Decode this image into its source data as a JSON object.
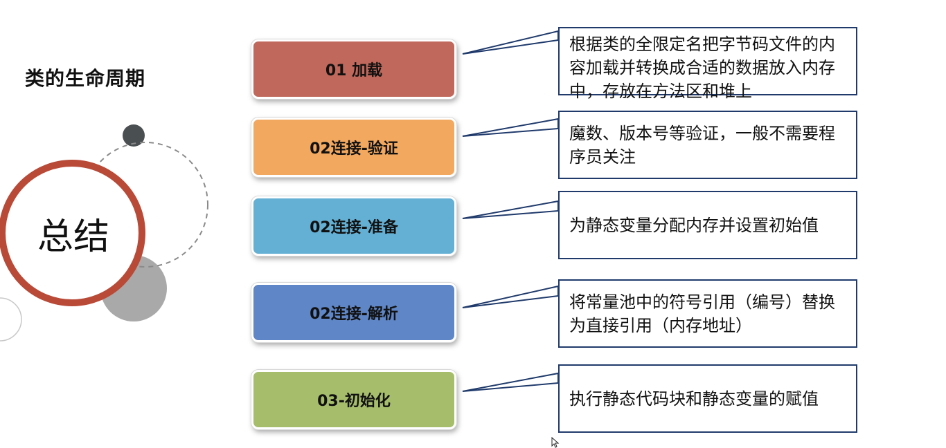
{
  "page": {
    "title": "类的生命周期",
    "center_label": "总结"
  },
  "stages": [
    {
      "label": "01 加载",
      "color": "#c0685b",
      "description": "根据类的全限定名把字节码文件的内容加载并转换成合适的数据放入内存中，存放在方法区和堆上"
    },
    {
      "label": "02连接-验证",
      "color": "#f2a85f",
      "description": "魔数、版本号等验证，一般不需要程序员关注"
    },
    {
      "label": "02连接-准备",
      "color": "#64b0d4",
      "description": "为静态变量分配内存并设置初始值"
    },
    {
      "label": "02连接-解析",
      "color": "#5f86c6",
      "description": "将常量池中的符号引用（编号）替换为直接引用（内存地址）"
    },
    {
      "label": "03-初始化",
      "color": "#a6be6c",
      "description": "执行静态代码块和静态变量的赋值"
    }
  ],
  "colors": {
    "ring": "#b84a37",
    "border": "#1f3a6b",
    "dark_dot": "#4a4f52",
    "gray_disc": "#a9a9a9"
  }
}
